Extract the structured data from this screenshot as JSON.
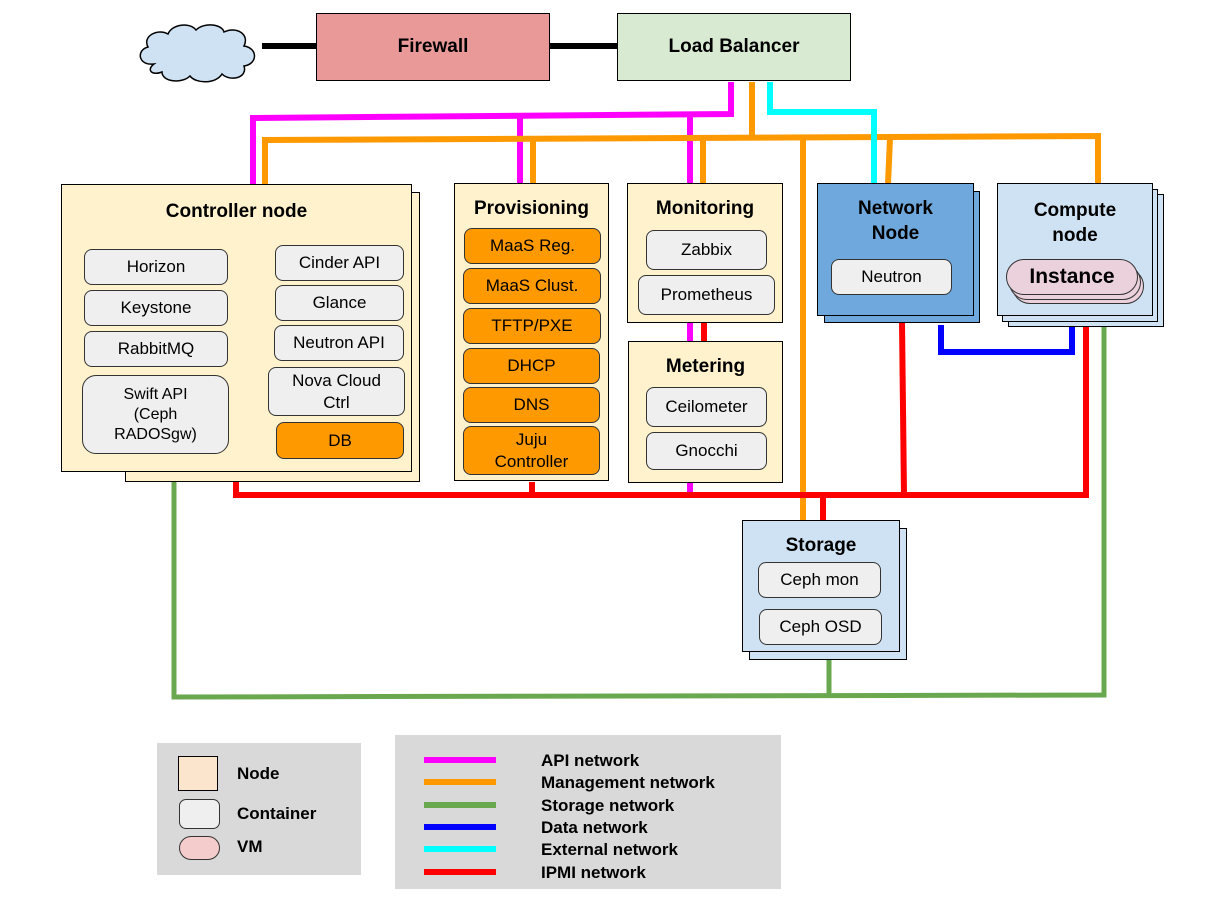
{
  "top": {
    "internet_label": "",
    "firewall": "Firewall",
    "load_balancer": "Load Balancer"
  },
  "nodes": {
    "controller": {
      "title": "Controller node",
      "left_containers": [
        "Horizon",
        "Keystone",
        "RabbitMQ",
        "Swift API\n(Ceph\nRADOSgw)"
      ],
      "right_containers": [
        "Cinder API",
        "Glance",
        "Neutron API",
        "Nova Cloud\nCtrl"
      ],
      "db": "DB"
    },
    "provisioning": {
      "title": "Provisioning",
      "containers": [
        "MaaS Reg.",
        "MaaS Clust.",
        "TFTP/PXE",
        "DHCP",
        "DNS",
        "Juju\nController"
      ]
    },
    "monitoring": {
      "title": "Monitoring",
      "containers": [
        "Zabbix",
        "Prometheus"
      ]
    },
    "metering": {
      "title": "Metering",
      "containers": [
        "Ceilometer",
        "Gnocchi"
      ]
    },
    "network": {
      "title": "Network\nNode",
      "containers": [
        "Neutron"
      ]
    },
    "compute": {
      "title": "Compute\nnode",
      "vm": "Instance"
    },
    "storage": {
      "title": "Storage",
      "containers": [
        "Ceph mon",
        "Ceph OSD"
      ]
    }
  },
  "legend_shapes": [
    {
      "label": "Node",
      "color": "#fce5cd"
    },
    {
      "label": "Container",
      "color": "#efefef"
    },
    {
      "label": "VM",
      "color": "#f4cccc"
    }
  ],
  "legend_networks": [
    {
      "label": "API network",
      "color": "#ff00ff"
    },
    {
      "label": "Management network",
      "color": "#ff9900"
    },
    {
      "label": "Storage network",
      "color": "#6aa84f"
    },
    {
      "label": "Data network",
      "color": "#0000ff"
    },
    {
      "label": "External network",
      "color": "#00ffff"
    },
    {
      "label": "IPMI network",
      "color": "#ff0000"
    }
  ],
  "colors": {
    "firewall": "#ea9999",
    "load_balancer": "#d9ead3",
    "node": "#fff2cc",
    "network_node": "#6fa8dc",
    "compute_node": "#cfe2f3",
    "container": "#efefef",
    "provisioning_container": "#ff9900",
    "vm": "#ead1dc",
    "cloud": "#cfe2f3"
  }
}
